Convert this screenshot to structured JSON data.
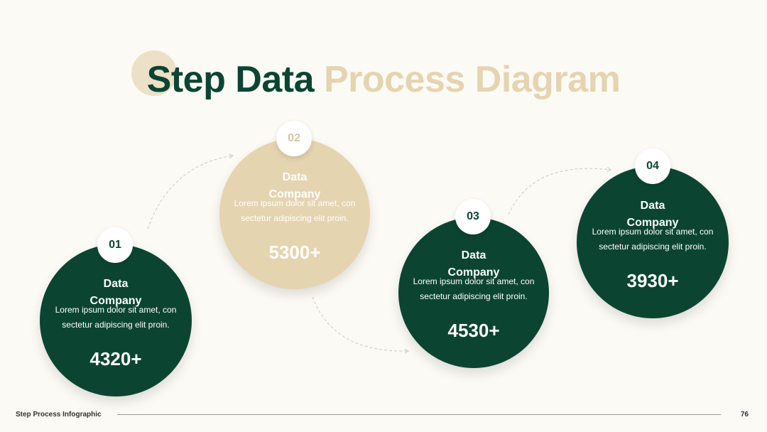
{
  "title": {
    "part1": "Step Data",
    "part2": "Process Diagram"
  },
  "steps": [
    {
      "number": "01",
      "heading": "Data Company",
      "description": "Lorem ipsum dolor sit amet, con sectetur adipiscing elit proin.",
      "value": "4320+"
    },
    {
      "number": "02",
      "heading": "Data Company",
      "description": "Lorem ipsum dolor sit amet, con sectetur adipiscing elit proin.",
      "value": "5300+"
    },
    {
      "number": "03",
      "heading": "Data Company",
      "description": "Lorem ipsum dolor sit amet, con sectetur adipiscing elit proin.",
      "value": "4530+"
    },
    {
      "number": "04",
      "heading": "Data Company",
      "description": "Lorem ipsum dolor sit amet, con sectetur adipiscing elit proin.",
      "value": "3930+"
    }
  ],
  "footer": {
    "label": "Step Process Infographic",
    "page_number": "76"
  },
  "colors": {
    "primary_green": "#0b4532",
    "accent_tan": "#e5d4b0",
    "background": "#fcfaf5"
  }
}
